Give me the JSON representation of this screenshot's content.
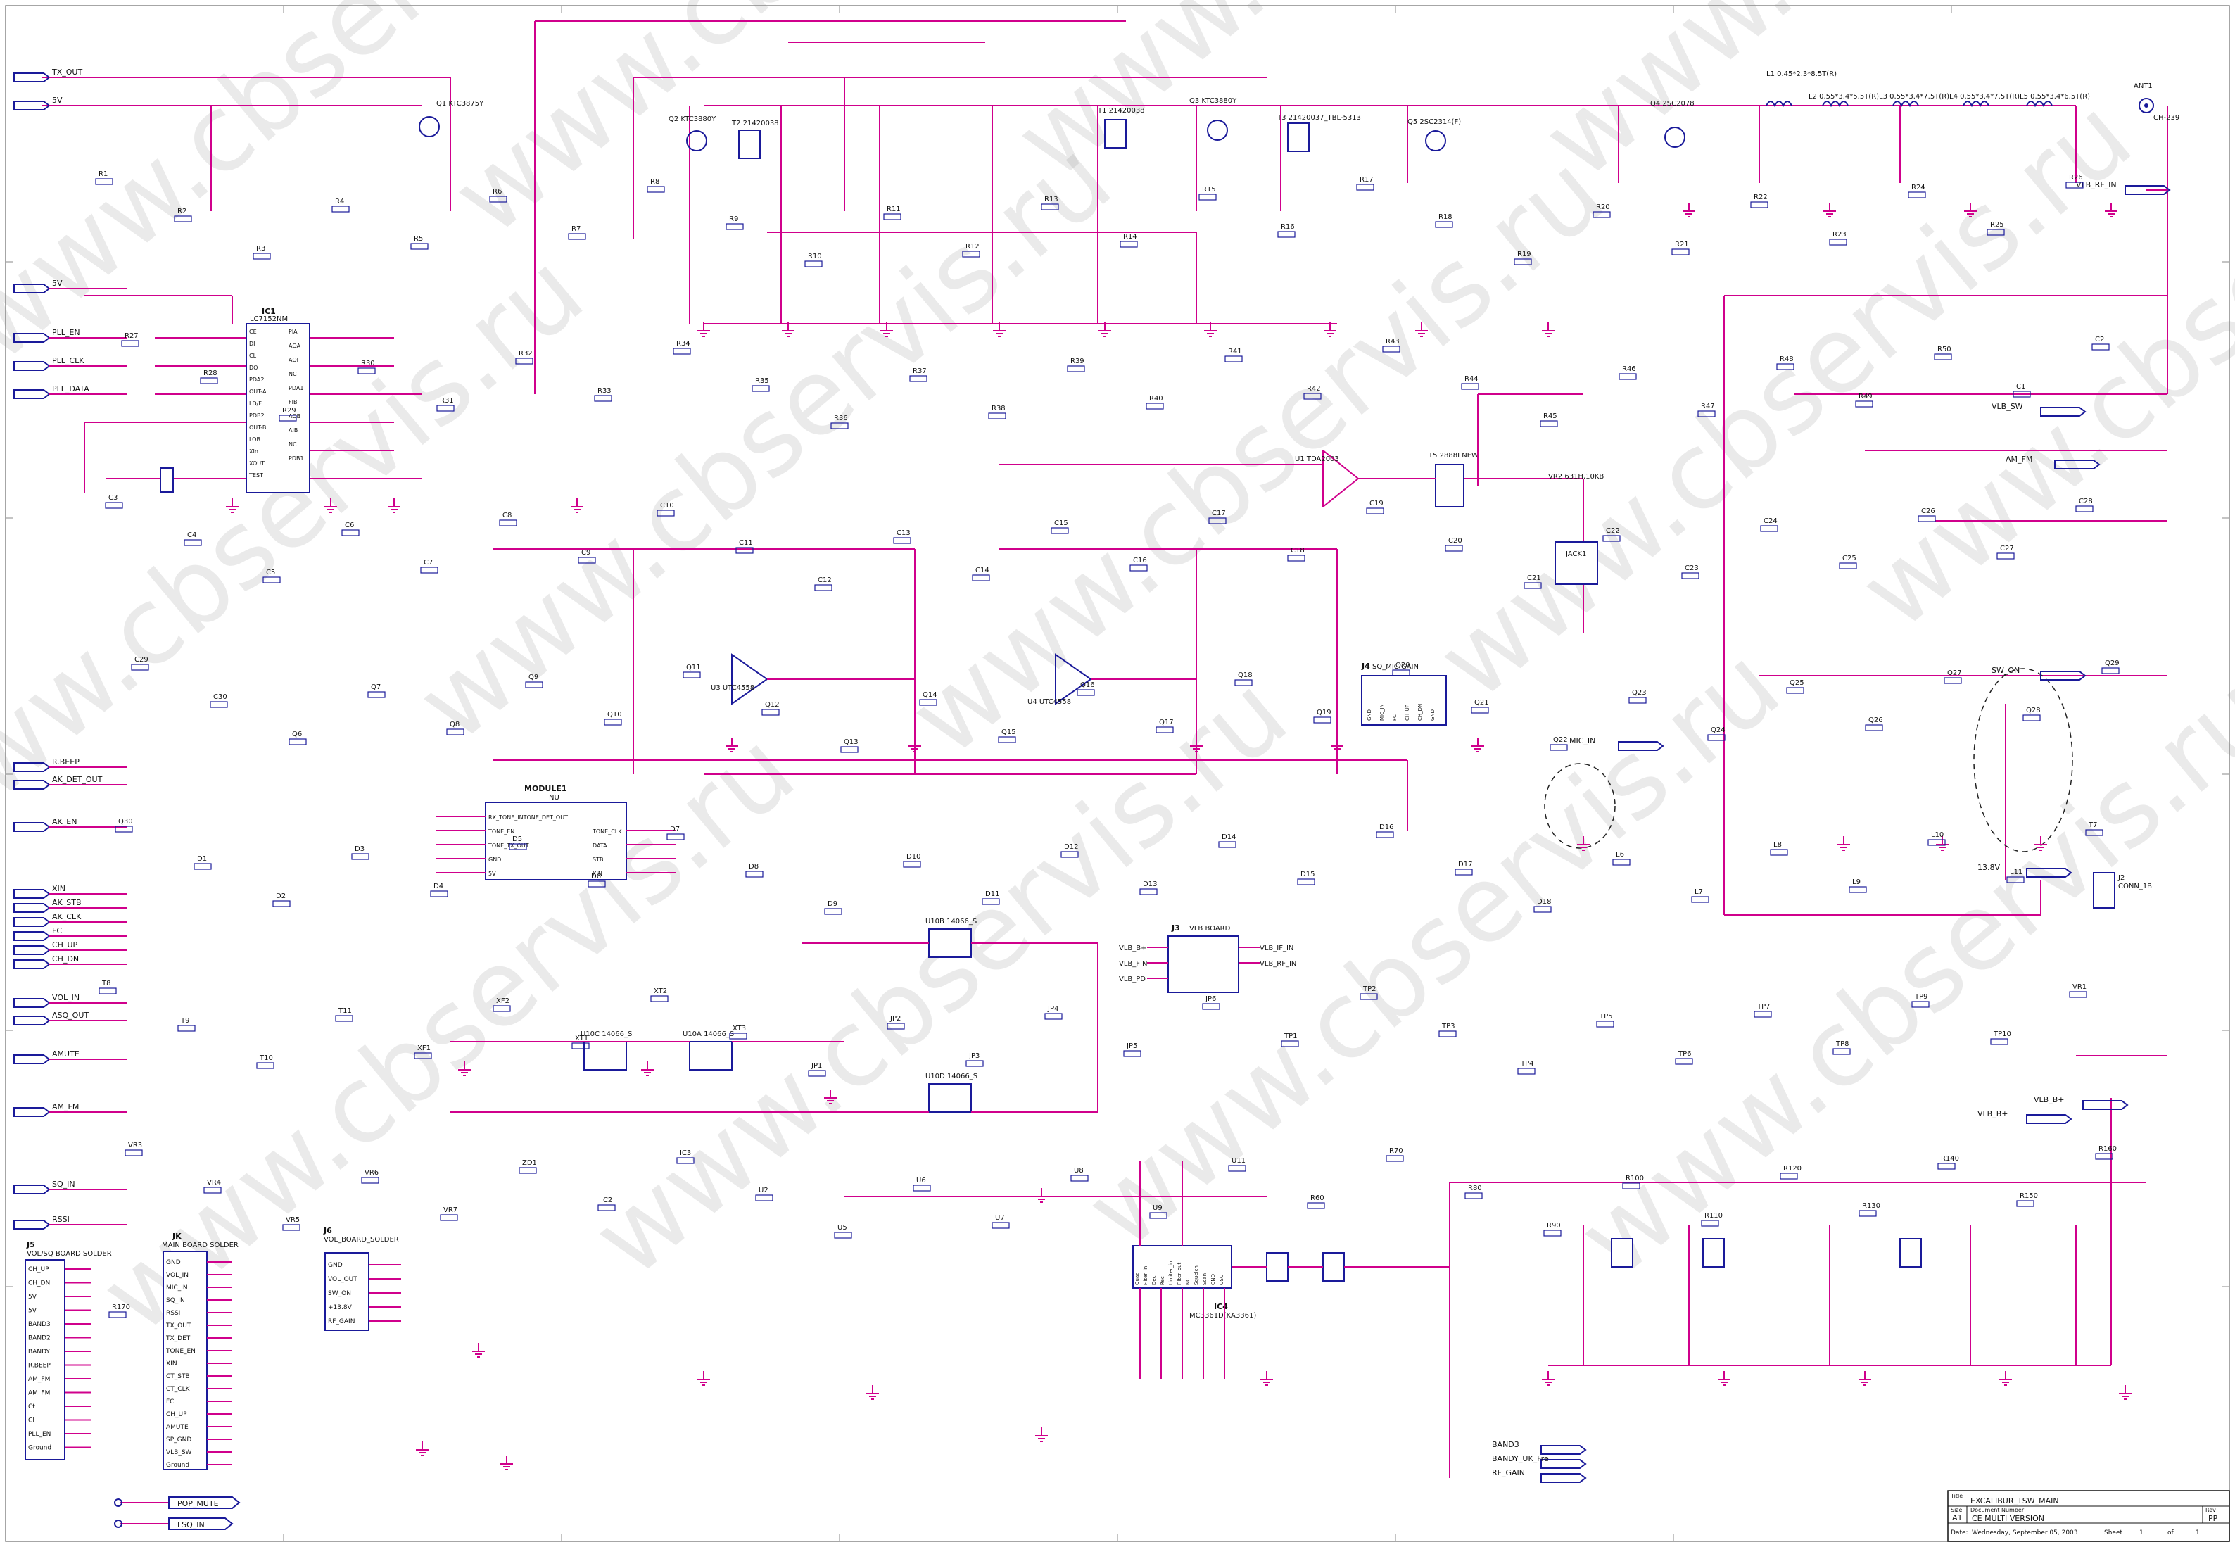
{
  "watermark": "www.cbservis.ru",
  "title_block": {
    "title_label": "Title",
    "title_value": "EXCALIBUR_TSW_MAIN",
    "size_label": "Size",
    "size_value": "A1",
    "docnum_label": "Document Number",
    "docnum_value": "CE MULTI VERSION",
    "rev_label": "Rev",
    "rev_value": "PP",
    "date_label": "Date:",
    "date_value": "Wednesday, September 05, 2003",
    "sheet_label": "Sheet",
    "sheet_value": "1",
    "of_label": "of",
    "of_value": "1"
  },
  "left_nets": [
    "TX_OUT",
    "5V",
    "5V",
    "PLL_EN",
    "PLL_CLK",
    "PLL_DATA",
    "R.BEEP",
    "AK_DET_OUT",
    "AK_EN",
    "XIN",
    "AK_STB",
    "AK_CLK",
    "FC",
    "CH_UP",
    "CH_DN",
    "VOL_IN",
    "ASQ_OUT",
    "AMUTE",
    "AM_FM",
    "SQ_IN",
    "RSSI"
  ],
  "right_nets": [
    "VLB_RF_IN",
    "SW_ON",
    "MIC_IN",
    "VLB_SW",
    "VLB_B+",
    "AM_FM",
    "BAND3",
    "BANDY_UK_Fre",
    "RF_GAIN",
    "13.8V",
    "VLB_B+"
  ],
  "ic1": {
    "ref": "IC1",
    "part": "LC7152NM",
    "pins_left": [
      "CE",
      "DI",
      "CL",
      "DO",
      "PDA2",
      "OUT-A",
      "LD/F",
      "PDB2",
      "OUT-B",
      "LOB",
      "XIn",
      "XOUT",
      "TEST"
    ],
    "pins_right": [
      "PIA",
      "AOA",
      "AOI",
      "NC",
      "PDA1",
      "FIB",
      "AOB",
      "AIB",
      "NC",
      "PDB1"
    ]
  },
  "module1": {
    "ref": "MODULE1",
    "part": "NU",
    "pins_left": [
      "RX_TONE_INTONE_DET_OUT",
      "TONE_EN",
      "TONE_TX_OUT",
      "GND",
      "5V"
    ],
    "pins_right": [
      "TONE_CLK",
      "DATA",
      "STB",
      "XIN"
    ]
  },
  "ic4": {
    "ref": "IC4",
    "part": "MC3361D(KA3361)",
    "pins": [
      "Quad",
      "Filter_in",
      "Dec",
      "Rec",
      "Limiter_in",
      "Filter_out",
      "NC",
      "Squelch",
      "Scan",
      "GND",
      "OSC"
    ]
  },
  "j3": {
    "ref": "J3",
    "label": "VLB BOARD",
    "pins_left": [
      "VLB_B+",
      "VLB_FIN",
      "VLB_PD"
    ],
    "pins_right": [
      "VLB_IF_IN",
      "VLB_RF_IN"
    ]
  },
  "j5": {
    "ref": "J5",
    "label": "VOL/SQ BOARD SOLDER",
    "pins": [
      "CH_UP",
      "CH_DN",
      "5V",
      "5V",
      "BAND3",
      "BAND2",
      "BANDY",
      "R.BEEP",
      "AM_FM",
      "AM_FM",
      "Ct",
      "Cl",
      "PLL_EN",
      "Ground"
    ]
  },
  "jk": {
    "ref": "JK",
    "label": "MAIN BOARD SOLDER",
    "pins": [
      "GND",
      "VOL_IN",
      "MIC_IN",
      "SQ_IN",
      "RSSI",
      "TX_OUT",
      "TX_DET",
      "TONE_EN",
      "XIN",
      "CT_STB",
      "CT_CLK",
      "FC",
      "CH_UP",
      "AMUTE",
      "SP_GND",
      "VLB_SW",
      "Ground"
    ]
  },
  "j6": {
    "ref": "J6",
    "label": "VOL_BOARD_SOLDER",
    "pins": [
      "GND",
      "VOL_OUT",
      "SW_ON",
      "+13.8V",
      "RF_GAIN"
    ]
  },
  "j4": {
    "ref": "J4",
    "label": "SQ_MIC GAIN",
    "pins": [
      "GND",
      "MIC_IN",
      "FC",
      "CH_UP",
      "CH_DN",
      "GND"
    ]
  },
  "j2": {
    "ref": "J2",
    "label": "CONN_1B"
  },
  "ant1": {
    "ref": "ANT1",
    "label": "CH-239"
  },
  "tp_pop": "POP_MUTE",
  "tp_lsq": "LSQ_IN",
  "rf_chain": [
    "Q1 KTC3875Y",
    "Q2 KTC3880Y",
    "Q3 KTC3880Y",
    "Q4 2SC2078",
    "Q5 2SC2314(F)",
    "T1 21420038",
    "T2 21420038",
    "T3 21420037_TBL-5313",
    "L1 0.45*2.3*8.5T(R)",
    "L2 0.55*3.4*5.5T(R)",
    "L3 0.55*3.4*7.5T(R)",
    "L4 0.55*3.4*7.5T(R)",
    "L5 0.55*3.4*6.5T(R)"
  ],
  "audio": [
    "U1 TDA2003",
    "T5 2888I NEW",
    "VR2 631H,10KB",
    "U3 UTC4558",
    "U4 UTC4558",
    "U10A 14066_S",
    "U10B 14066_S",
    "U10C 14066_S",
    "U10D 14066_S"
  ],
  "ref_labels": [
    "R1",
    "R2",
    "R3",
    "R4",
    "R5",
    "R6",
    "R7",
    "R8",
    "R9",
    "R10",
    "R11",
    "R12",
    "R13",
    "R14",
    "R15",
    "R16",
    "R17",
    "R18",
    "R19",
    "R20",
    "R21",
    "R22",
    "R23",
    "R24",
    "R25",
    "R26",
    "R27",
    "R28",
    "R29",
    "R30",
    "R31",
    "R32",
    "R33",
    "R34",
    "R35",
    "R36",
    "R37",
    "R38",
    "R39",
    "R40",
    "R41",
    "R42",
    "R43",
    "R44",
    "R45",
    "R46",
    "R47",
    "R48",
    "R49",
    "R50",
    "C1",
    "C2",
    "C3",
    "C4",
    "C5",
    "C6",
    "C7",
    "C8",
    "C9",
    "C10",
    "C11",
    "C12",
    "C13",
    "C14",
    "C15",
    "C16",
    "C17",
    "C18",
    "C19",
    "C20",
    "C21",
    "C22",
    "C23",
    "C24",
    "C25",
    "C26",
    "C27",
    "C28",
    "C29",
    "C30",
    "Q6",
    "Q7",
    "Q8",
    "Q9",
    "Q10",
    "Q11",
    "Q12",
    "Q13",
    "Q14",
    "Q15",
    "Q16",
    "Q17",
    "Q18",
    "Q19",
    "Q20",
    "Q21",
    "Q22",
    "Q23",
    "Q24",
    "Q25",
    "Q26",
    "Q27",
    "Q28",
    "Q29",
    "Q30",
    "D1",
    "D2",
    "D3",
    "D4",
    "D5",
    "D6",
    "D7",
    "D8",
    "D9",
    "D10",
    "D11",
    "D12",
    "D13",
    "D14",
    "D15",
    "D16",
    "D17",
    "D18",
    "L6",
    "L7",
    "L8",
    "L9",
    "L10",
    "L11",
    "T7",
    "T8",
    "T9",
    "T10",
    "T11",
    "XF1",
    "XF2",
    "XT1",
    "XT2",
    "XT3",
    "JP1",
    "JP2",
    "JP3",
    "JP4",
    "JP5",
    "JP6",
    "TP1",
    "TP2",
    "TP3",
    "TP4",
    "TP5",
    "TP6",
    "TP7",
    "TP8",
    "TP9",
    "TP10",
    "VR1",
    "VR3",
    "VR4",
    "VR5",
    "VR6",
    "VR7",
    "ZD1",
    "IC2",
    "IC3",
    "U2",
    "U5",
    "U6",
    "U7",
    "U8",
    "U9",
    "U11",
    "R60",
    "R70",
    "R80",
    "R90",
    "R100",
    "R110",
    "R120",
    "R130",
    "R140",
    "R150",
    "R160",
    "R170"
  ]
}
